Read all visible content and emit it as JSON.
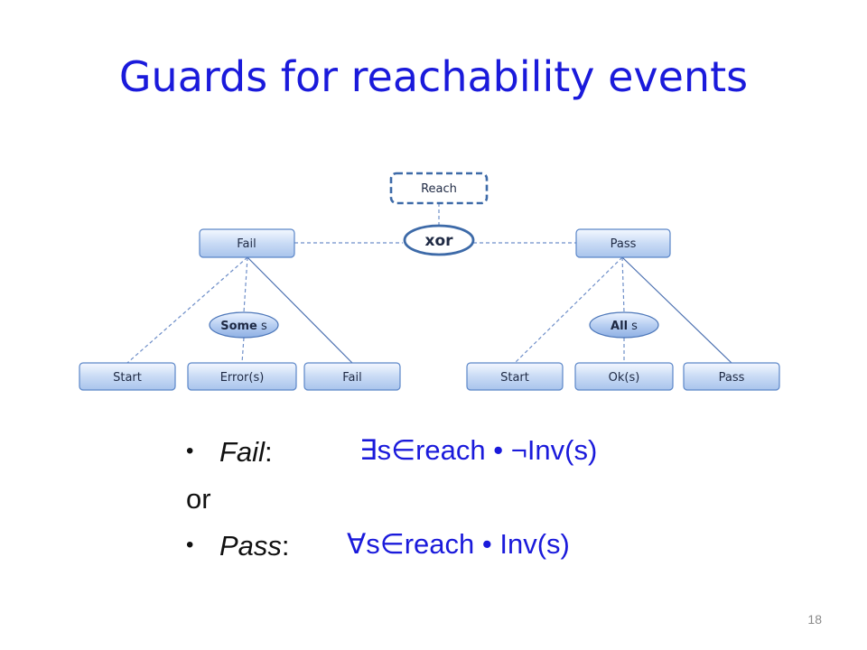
{
  "title": "Guards for reachability events",
  "diagram": {
    "reach": "Reach",
    "xor": "xor",
    "fail_top": "Fail",
    "pass_top": "Pass",
    "some_guard_bold": "Some",
    "some_guard_rest": " s",
    "all_guard_bold": "All",
    "all_guard_rest": " s",
    "left_children": [
      "Start",
      "Error(s)",
      "Fail"
    ],
    "right_children": [
      "Start",
      "Ok(s)",
      "Pass"
    ]
  },
  "bullets": [
    {
      "label": "Fail",
      "sep": ":",
      "formula": "∃s∈reach • ¬Inv(s)"
    },
    {
      "connector": "or"
    },
    {
      "label": "Pass",
      "sep": ":",
      "formula": "∀s∈reach • Inv(s)"
    }
  ],
  "slide_number": "18",
  "colors": {
    "title": "#1a1adb",
    "formula": "#1a1adb",
    "node_border": "#5b86c8"
  }
}
